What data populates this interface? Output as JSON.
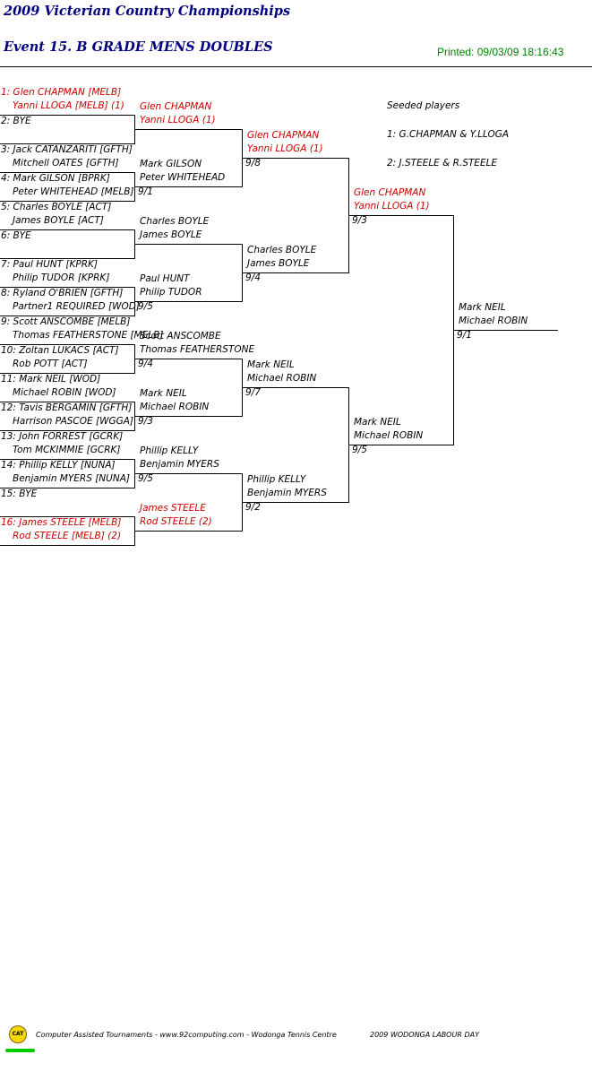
{
  "header": {
    "title": "2009 Victerian Country Championships",
    "event": "Event 15. B GRADE MENS DOUBLES",
    "printed": "Printed: 09/03/09 18:16:43"
  },
  "seeding": {
    "heading": "Seeded players",
    "seed1": "1: G.CHAPMAN & Y.LLOGA",
    "seed2": "2: J.STEELE & R.STEELE"
  },
  "round1": [
    {
      "l1": "1: Glen CHAPMAN [MELB]",
      "l2": "Yanni LLOGA [MELB] (1)",
      "red": true
    },
    {
      "l1": "2: BYE",
      "l2": ""
    },
    {
      "l1": "3: Jack CATANZARITI [GFTH]",
      "l2": "Mitchell OATES [GFTH]"
    },
    {
      "l1": "4: Mark GILSON [BPRK]",
      "l2": "Peter WHITEHEAD [MELB]"
    },
    {
      "l1": "5: Charles BOYLE [ACT]",
      "l2": "James BOYLE [ACT]"
    },
    {
      "l1": "6: BYE",
      "l2": ""
    },
    {
      "l1": "7: Paul HUNT [KPRK]",
      "l2": "Philip TUDOR [KPRK]"
    },
    {
      "l1": "8: Ryland O'BRIEN [GFTH]",
      "l2": "Partner1 REQUIRED [WOD]"
    },
    {
      "l1": "9: Scott ANSCOMBE [MELB]",
      "l2": "Thomas FEATHERSTONE [MELB]"
    },
    {
      "l1": "10: Zoltan LUKACS [ACT]",
      "l2": "Rob POTT [ACT]"
    },
    {
      "l1": "11: Mark NEIL [WOD]",
      "l2": "Michael ROBIN [WOD]"
    },
    {
      "l1": "12: Tavis BERGAMIN [GFTH]",
      "l2": "Harrison PASCOE [WGGA]"
    },
    {
      "l1": "13: John FORREST [GCRK]",
      "l2": "Tom MCKIMMIE [GCRK]"
    },
    {
      "l1": "14: Phillip KELLY [NUNA]",
      "l2": "Benjamin MYERS [NUNA]"
    },
    {
      "l1": "15: BYE",
      "l2": ""
    },
    {
      "l1": "16: James STEELE [MELB]",
      "l2": "Rod STEELE [MELB] (2)",
      "red": true
    }
  ],
  "round2": [
    {
      "l1": "Glen CHAPMAN",
      "l2": "Yanni LLOGA (1)",
      "date": "",
      "red": true
    },
    {
      "l1": "Mark GILSON",
      "l2": "Peter WHITEHEAD",
      "date": "9/1"
    },
    {
      "l1": "Charles BOYLE",
      "l2": "James BOYLE",
      "date": ""
    },
    {
      "l1": "Paul HUNT",
      "l2": "Philip TUDOR",
      "date": "9/5"
    },
    {
      "l1": "Scott ANSCOMBE",
      "l2": "Thomas FEATHERSTONE",
      "date": "9/4"
    },
    {
      "l1": "Mark NEIL",
      "l2": "Michael ROBIN",
      "date": "9/3"
    },
    {
      "l1": "Phillip KELLY",
      "l2": "Benjamin MYERS",
      "date": "9/5"
    },
    {
      "l1": "James STEELE",
      "l2": "Rod STEELE (2)",
      "date": "",
      "red": true
    }
  ],
  "round3": [
    {
      "l1": "Glen CHAPMAN",
      "l2": "Yanni LLOGA (1)",
      "date": "9/8",
      "red": true
    },
    {
      "l1": "Charles BOYLE",
      "l2": "James BOYLE",
      "date": "9/4"
    },
    {
      "l1": "Mark NEIL",
      "l2": "Michael ROBIN",
      "date": "9/7"
    },
    {
      "l1": "Phillip KELLY",
      "l2": "Benjamin MYERS",
      "date": "9/2"
    }
  ],
  "round4": [
    {
      "l1": "Glen CHAPMAN",
      "l2": "Yanni LLOGA (1)",
      "date": "9/3",
      "red": true
    },
    {
      "l1": "Mark NEIL",
      "l2": "Michael ROBIN",
      "date": "9/5"
    }
  ],
  "final": {
    "l1": "Mark NEIL",
    "l2": "Michael ROBIN",
    "date": "9/1"
  },
  "footer": {
    "logo": "CAT",
    "credit": "Computer Assisted Tournaments - www.92computing.com -  Wodonga Tennis Centre",
    "event": "2009 WODONGA LABOUR DAY"
  },
  "colors": {
    "title": "#000080",
    "printed": "#008000",
    "seeded": "#cc0000"
  }
}
